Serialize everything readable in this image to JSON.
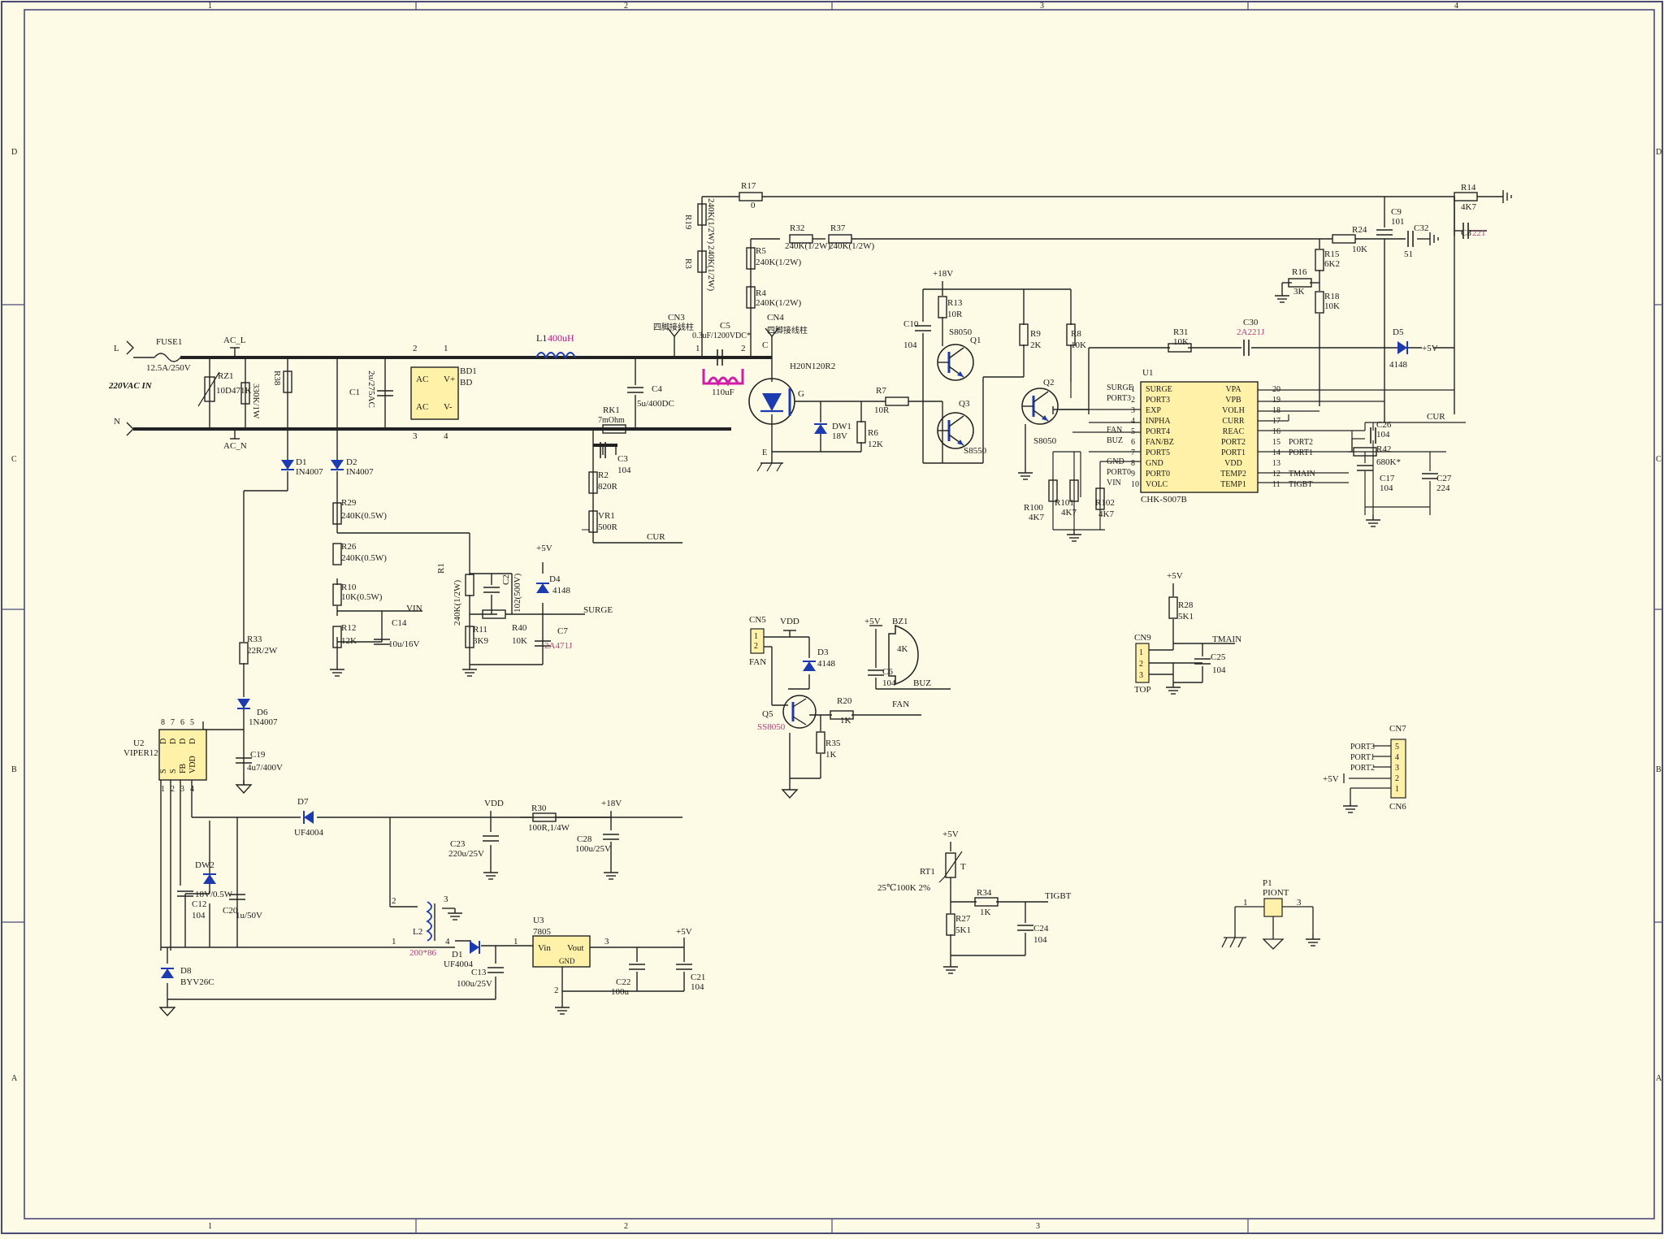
{
  "border": {
    "top": [
      "1",
      "2",
      "3",
      "4"
    ],
    "bottom": [
      "1",
      "2",
      "3"
    ],
    "left": [
      "D",
      "C",
      "B",
      "A"
    ],
    "right": [
      "D",
      "C",
      "B",
      "A"
    ]
  },
  "colors": {
    "paper": "#fdfbe6",
    "line": "#222222",
    "component": "#1d3bb0",
    "accent": "#b8148c",
    "value": "#b0407a",
    "ic": "#fff1a8"
  },
  "input": {
    "L": "L",
    "N": "N",
    "voltage": "220VAC IN",
    "fuse_ref": "FUSE1",
    "fuse_val": "12.5A/250V",
    "rz_ref": "RZ1",
    "rz_val": "10D471K",
    "r_330k": "330K/1W",
    "r38": "R38",
    "ac_l": "AC_L",
    "ac_n": "AC_N",
    "c1_ref": "C1",
    "c1_val": "2u/275AC"
  },
  "bridge": {
    "ref": "BD1",
    "name": "BD",
    "ac1": "AC",
    "ac2": "AC",
    "vp": "V+",
    "vm": "V-",
    "p1": "1",
    "p2": "2",
    "p3": "3",
    "p4": "4"
  },
  "choke": {
    "ref": "L1",
    "val": "400uH"
  },
  "power": {
    "c4_ref": "C4",
    "c4_val": "5u/400DC",
    "rk1_ref": "RK1",
    "rk1_val": "7mOhm",
    "c3_ref": "C3",
    "c3_val": "104",
    "r2_ref": "R2",
    "r2_val": "820R",
    "vr1_ref": "VR1",
    "vr1_val": "500R",
    "cur": "CUR",
    "cn3": "CN3",
    "cn3_txt": "四脚接线柱",
    "cn4": "CN4",
    "cn4_txt": "四脚接线柱",
    "c5_ref": "C5",
    "c5_val": "0.3uF/1200VDC*",
    "coil": "110uF",
    "pin1": "1",
    "pin2": "2",
    "igbt": "H20N120R2",
    "c_pin": "C",
    "e_pin": "E",
    "g": "G",
    "dw1_ref": "DW1",
    "dw1_val": "18V",
    "r6_ref": "R6",
    "r6_val": "12K",
    "r7_ref": "R7",
    "r7_val": "10R"
  },
  "top_chain": {
    "r17_ref": "R17",
    "r17_val": "0",
    "r19": "R19",
    "r19_val": "240K(1/2W)",
    "r3": "R3",
    "r3_val": "240K(1/2W)",
    "r32": "R32",
    "r32_val": "240K(1/2W)",
    "r37": "R37",
    "r37_val": "240K(1/2W)",
    "r5": "R5",
    "r5_val": "240K(1/2W)",
    "r4": "R4",
    "r4_val": "240K(1/2W)",
    "r14": "R14",
    "r14_val": "4K7",
    "c9": "C9",
    "c9_val": "101",
    "c32": "C32",
    "c32_val": "51",
    "c8": "C8",
    "c8_val": "221",
    "r24": "R24",
    "r24_val": "10K",
    "r15": "R15",
    "r15_val": "6K2",
    "r16": "R16",
    "r16_val": "3K",
    "r18": "R18",
    "r18_val": "10K",
    "r31": "R31",
    "r31_val": "10K",
    "c30": "C30",
    "c30_val": "2A221J",
    "d5": "D5",
    "d5_val": "4148",
    "plus5": "+5V"
  },
  "driver": {
    "v18": "+18V",
    "r13": "R13",
    "r13_val": "10R",
    "c10": "C10",
    "c10_val": "104",
    "q1": "Q1",
    "q1_val": "S8050",
    "q3": "Q3",
    "q3_val": "S8550",
    "r9": "R9",
    "r9_val": "2K",
    "r8": "R8",
    "r8_val": "10K",
    "q2": "Q2",
    "q2_val": "S8050"
  },
  "mcu": {
    "ref": "U1",
    "name": "CHK-S007B",
    "left_pins": [
      "SURGE",
      "PORT3",
      "EXP",
      "INPHA",
      "PORT4",
      "FAN/BZ",
      "PORT5",
      "GND",
      "PORT0",
      "VOLC"
    ],
    "left_nums": [
      "1",
      "2",
      "3",
      "4",
      "5",
      "6",
      "7",
      "8",
      "9",
      "10"
    ],
    "right_pins": [
      "VPA",
      "VPB",
      "VOLH",
      "CURR",
      "REAC",
      "PORT2",
      "PORT1",
      "VDD",
      "TEMP2",
      "TEMP1"
    ],
    "right_nums": [
      "20",
      "19",
      "18",
      "17",
      "16",
      "15",
      "14",
      "13",
      "12",
      "11"
    ],
    "left_nets": [
      "SURGE",
      "PORT3",
      "",
      "",
      "FAN",
      "BUZ",
      "",
      "GND",
      "PORT0",
      "VIN"
    ],
    "right_nets": [
      "",
      "",
      "",
      "",
      "",
      "PORT2",
      "PORT1",
      "",
      "TMAIN",
      "TIGBT"
    ],
    "r100": "R100",
    "r100_val": "4K7",
    "r101": "R101",
    "r101_val": "4K7",
    "r102": "R102",
    "r102_val": "4K7",
    "c26": "C26",
    "c26_val": "104",
    "r42": "R42",
    "r42_val": "680K*",
    "c17": "C17",
    "c17_val": "104",
    "c27": "C27",
    "c27_val": "224",
    "cur": "CUR"
  },
  "sense": {
    "d1": "D1",
    "d1_val": "IN4007",
    "d2": "D2",
    "d2_val": "IN4007",
    "r29": "R29",
    "r29_val": "240K(0.5W)",
    "r26": "R26",
    "r26_val": "240K(0.5W)",
    "r10": "R10",
    "r10_val": "10K(0.5W)",
    "r12": "R12",
    "r12_val": "12K",
    "c14": "C14",
    "c14_val": "10u/16V",
    "vin": "VIN",
    "r1": "R1",
    "r1_val": "240K(1/2W)",
    "c2": "C2",
    "c2_val": "102(500V)",
    "r11": "R11",
    "r11_val": "3K9",
    "r40": "R40",
    "r40_val": "10K",
    "c7": "C7",
    "c7_val": "2A471J",
    "d4": "D4",
    "d4_val": "4148",
    "plus5": "+5V",
    "surge": "SURGE"
  },
  "smps": {
    "r33": "R33",
    "r33_val": "22R/2W",
    "d6": "D6",
    "d6_val": "1N4007",
    "c19": "C19",
    "c19_val": "4u7/400V",
    "u2": "U2",
    "u2_val": "VIPER12",
    "u2_pins": [
      "S",
      "S",
      "FB",
      "VDD",
      "D",
      "D",
      "D",
      "D"
    ],
    "u2_nums_top": [
      "8",
      "7",
      "6",
      "5"
    ],
    "u2_nums_bot": [
      "1",
      "2",
      "3",
      "4"
    ],
    "d7": "D7",
    "d7_val": "UF4004",
    "dw2": "DW2",
    "dw2_val": "18V/0.5W",
    "c12": "C12",
    "c12_val": "104",
    "c20": "C20",
    "c20_val": "1u/50V",
    "d8": "D8",
    "d8_val": "BYV26C",
    "vdd": "VDD",
    "c23": "C23",
    "c23_val": "220u/25V",
    "r30": "R30",
    "r30_val": "100R,1/4W",
    "v18": "+18V",
    "c28": "C28",
    "c28_val": "100u/25V",
    "l2": "L2",
    "l2_val": "200*86",
    "l2_p1": "1",
    "l2_p2": "2",
    "l2_p3": "3",
    "l2_p4": "4",
    "d1b": "D1",
    "d1b_val": "UF4004",
    "c13": "C13",
    "c13_val": "100u/25V",
    "u3": "U3",
    "u3_val": "7805",
    "vin": "Vin",
    "vout": "Vout",
    "gnd": "GND",
    "u3_p1": "1",
    "u3_p2": "2",
    "u3_p3": "3",
    "c22": "C22",
    "c22_val": "100u",
    "c21": "C21",
    "c21_val": "104",
    "plus5": "+5V"
  },
  "fan": {
    "cn5": "CN5",
    "fan": "FAN",
    "vdd": "VDD",
    "p1": "1",
    "p2": "2",
    "d3": "D3",
    "d3_val": "4148",
    "q5": "Q5",
    "q5_val": "SS8050",
    "r20": "R20",
    "r20_val": "1K",
    "fan_net": "FAN",
    "r35": "R35",
    "r35_val": "1K",
    "plus5": "+5V",
    "bz1": "BZ1",
    "bz_val": "4K",
    "c6": "C6",
    "c6_val": "104",
    "buz": "BUZ"
  },
  "thermal": {
    "plus5": "+5V",
    "r28": "R28",
    "r28_val": "5K1",
    "tmain": "TMAIN",
    "cn9": "CN9",
    "cn9_pins": [
      "1",
      "2",
      "3"
    ],
    "top": "TOP",
    "c25": "C25",
    "c25_val": "104",
    "rt_plus5": "+5V",
    "rt1": "RT1",
    "rt1_val": "25℃100K 2%",
    "t": "T",
    "r34": "R34",
    "r34_val": "1K",
    "r27": "R27",
    "r27_val": "5K1",
    "c24": "C24",
    "c24_val": "104",
    "tigbt": "TIGBT"
  },
  "conn": {
    "cn7": "CN7",
    "cn6": "CN6",
    "pin_nets": [
      "PORT3",
      "PORT1",
      "PORT2",
      "",
      ""
    ],
    "pin_nums": [
      "5",
      "4",
      "3",
      "2",
      "1"
    ],
    "plus5": "+5V",
    "p1": "P1",
    "p1_val": "PIONT",
    "p1_pin1": "1",
    "p1_pin3": "3"
  }
}
